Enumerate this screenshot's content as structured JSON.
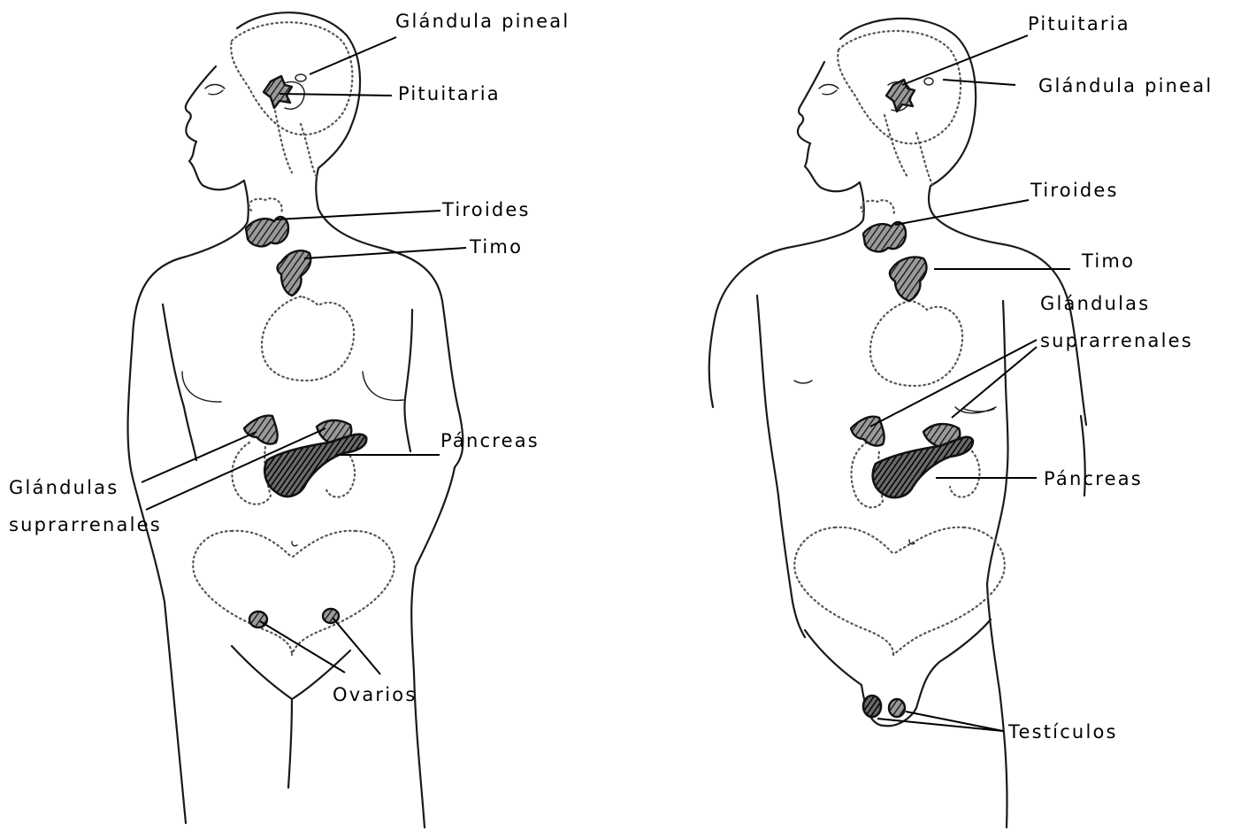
{
  "diagrams": {
    "female": {
      "labels": {
        "pineal": "Glándula pineal",
        "pituitary": "Pituitaria",
        "thyroid": "Tiroides",
        "thymus": "Timo",
        "pancreas": "Páncreas",
        "adrenal_line1": "Glándulas",
        "adrenal_line2": "suprarrenales",
        "ovaries": "Ovarios"
      }
    },
    "male": {
      "labels": {
        "pituitary": "Pituitaria",
        "pineal": "Glándula pineal",
        "thyroid": "Tiroides",
        "thymus": "Timo",
        "adrenal_line1": "Glándulas",
        "adrenal_line2": "suprarrenales",
        "pancreas": "Páncreas",
        "testes": "Testículos"
      }
    }
  },
  "colors": {
    "ink": "#000000",
    "background": "#ffffff"
  }
}
